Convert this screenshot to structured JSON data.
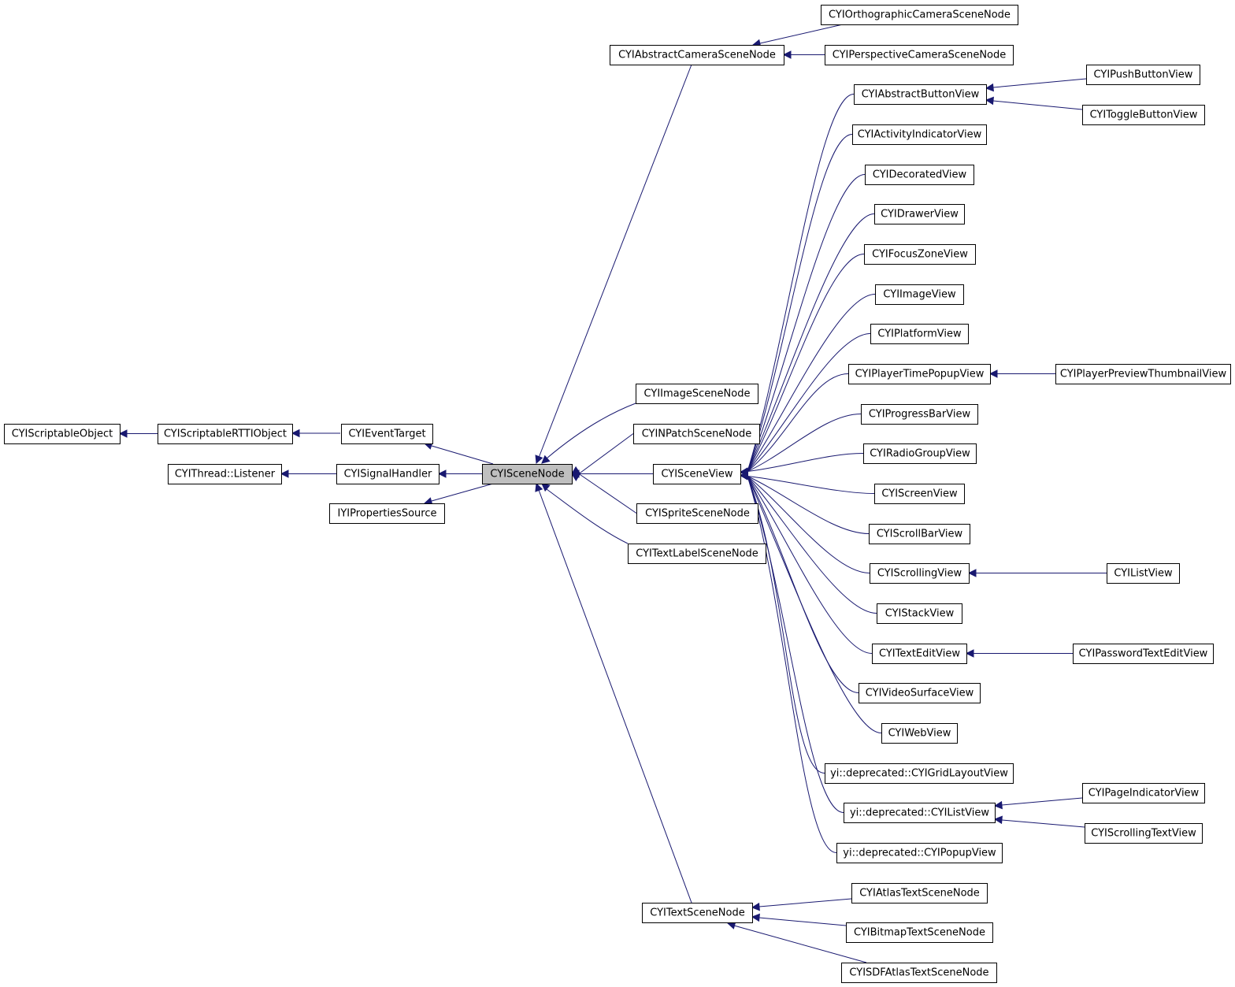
{
  "diagram": {
    "kind": "class-inheritance-graph",
    "colors": {
      "edge": "#191970",
      "focus_fill": "#bfbfbf",
      "box_fill": "#ffffff",
      "box_stroke": "#000000"
    },
    "focus_node": "CYISceneNode",
    "nodes": [
      {
        "id": "CYIScriptableObject",
        "label": "CYIScriptableObject"
      },
      {
        "id": "CYIScriptableRTTIObject",
        "label": "CYIScriptableRTTIObject"
      },
      {
        "id": "CYIEventTarget",
        "label": "CYIEventTarget"
      },
      {
        "id": "CYIThreadListener",
        "label": "CYIThread::Listener"
      },
      {
        "id": "CYISignalHandler",
        "label": "CYISignalHandler"
      },
      {
        "id": "IYIPropertiesSource",
        "label": "IYIPropertiesSource"
      },
      {
        "id": "CYISceneNode",
        "label": "CYISceneNode"
      },
      {
        "id": "CYIAbstractCameraSceneNode",
        "label": "CYIAbstractCameraSceneNode"
      },
      {
        "id": "CYIOrthographicCameraSceneNode",
        "label": "CYIOrthographicCameraSceneNode"
      },
      {
        "id": "CYIPerspectiveCameraSceneNode",
        "label": "CYIPerspectiveCameraSceneNode"
      },
      {
        "id": "CYIImageSceneNode",
        "label": "CYIImageSceneNode"
      },
      {
        "id": "CYINPatchSceneNode",
        "label": "CYINPatchSceneNode"
      },
      {
        "id": "CYISceneView",
        "label": "CYISceneView"
      },
      {
        "id": "CYISpriteSceneNode",
        "label": "CYISpriteSceneNode"
      },
      {
        "id": "CYITextLabelSceneNode",
        "label": "CYITextLabelSceneNode"
      },
      {
        "id": "CYITextSceneNode",
        "label": "CYITextSceneNode"
      },
      {
        "id": "CYIAbstractButtonView",
        "label": "CYIAbstractButtonView"
      },
      {
        "id": "CYIPushButtonView",
        "label": "CYIPushButtonView"
      },
      {
        "id": "CYIToggleButtonView",
        "label": "CYIToggleButtonView"
      },
      {
        "id": "CYIActivityIndicatorView",
        "label": "CYIActivityIndicatorView"
      },
      {
        "id": "CYIDecoratedView",
        "label": "CYIDecoratedView"
      },
      {
        "id": "CYIDrawerView",
        "label": "CYIDrawerView"
      },
      {
        "id": "CYIFocusZoneView",
        "label": "CYIFocusZoneView"
      },
      {
        "id": "CYIImageView",
        "label": "CYIImageView"
      },
      {
        "id": "CYIPlatformView",
        "label": "CYIPlatformView"
      },
      {
        "id": "CYIPlayerTimePopupView",
        "label": "CYIPlayerTimePopupView"
      },
      {
        "id": "CYIPlayerPreviewThumbnailView",
        "label": "CYIPlayerPreviewThumbnailView"
      },
      {
        "id": "CYIProgressBarView",
        "label": "CYIProgressBarView"
      },
      {
        "id": "CYIRadioGroupView",
        "label": "CYIRadioGroupView"
      },
      {
        "id": "CYIScreenView",
        "label": "CYIScreenView"
      },
      {
        "id": "CYIScrollBarView",
        "label": "CYIScrollBarView"
      },
      {
        "id": "CYIScrollingView",
        "label": "CYIScrollingView"
      },
      {
        "id": "CYIListView",
        "label": "CYIListView"
      },
      {
        "id": "CYIStackView",
        "label": "CYIStackView"
      },
      {
        "id": "CYITextEditView",
        "label": "CYITextEditView"
      },
      {
        "id": "CYIPasswordTextEditView",
        "label": "CYIPasswordTextEditView"
      },
      {
        "id": "CYIVideoSurfaceView",
        "label": "CYIVideoSurfaceView"
      },
      {
        "id": "CYIWebView",
        "label": "CYIWebView"
      },
      {
        "id": "CYIGridLayoutView",
        "label": "yi::deprecated::CYIGridLayoutView"
      },
      {
        "id": "CYIDeprecatedListView",
        "label": "yi::deprecated::CYIListView"
      },
      {
        "id": "CYIPageIndicatorView",
        "label": "CYIPageIndicatorView"
      },
      {
        "id": "CYIScrollingTextView",
        "label": "CYIScrollingTextView"
      },
      {
        "id": "CYIPopupView",
        "label": "yi::deprecated::CYIPopupView"
      },
      {
        "id": "CYIAtlasTextSceneNode",
        "label": "CYIAtlasTextSceneNode"
      },
      {
        "id": "CYIBitmapTextSceneNode",
        "label": "CYIBitmapTextSceneNode"
      },
      {
        "id": "CYISDFAtlasTextSceneNode",
        "label": "CYISDFAtlasTextSceneNode"
      }
    ],
    "edges": [
      {
        "from": "CYIScriptableRTTIObject",
        "to": "CYIScriptableObject"
      },
      {
        "from": "CYIEventTarget",
        "to": "CYIScriptableRTTIObject"
      },
      {
        "from": "CYISignalHandler",
        "to": "CYIThreadListener"
      },
      {
        "from": "CYISceneNode",
        "to": "CYIEventTarget"
      },
      {
        "from": "CYISceneNode",
        "to": "CYISignalHandler"
      },
      {
        "from": "CYISceneNode",
        "to": "IYIPropertiesSource"
      },
      {
        "from": "CYIAbstractCameraSceneNode",
        "to": "CYISceneNode"
      },
      {
        "from": "CYIImageSceneNode",
        "to": "CYISceneNode"
      },
      {
        "from": "CYINPatchSceneNode",
        "to": "CYISceneNode"
      },
      {
        "from": "CYISceneView",
        "to": "CYISceneNode"
      },
      {
        "from": "CYISpriteSceneNode",
        "to": "CYISceneNode"
      },
      {
        "from": "CYITextLabelSceneNode",
        "to": "CYISceneNode"
      },
      {
        "from": "CYITextSceneNode",
        "to": "CYISceneNode"
      },
      {
        "from": "CYIOrthographicCameraSceneNode",
        "to": "CYIAbstractCameraSceneNode"
      },
      {
        "from": "CYIPerspectiveCameraSceneNode",
        "to": "CYIAbstractCameraSceneNode"
      },
      {
        "from": "CYIAbstractButtonView",
        "to": "CYISceneView"
      },
      {
        "from": "CYIActivityIndicatorView",
        "to": "CYISceneView"
      },
      {
        "from": "CYIDecoratedView",
        "to": "CYISceneView"
      },
      {
        "from": "CYIDrawerView",
        "to": "CYISceneView"
      },
      {
        "from": "CYIFocusZoneView",
        "to": "CYISceneView"
      },
      {
        "from": "CYIImageView",
        "to": "CYISceneView"
      },
      {
        "from": "CYIPlatformView",
        "to": "CYISceneView"
      },
      {
        "from": "CYIPlayerTimePopupView",
        "to": "CYISceneView"
      },
      {
        "from": "CYIProgressBarView",
        "to": "CYISceneView"
      },
      {
        "from": "CYIRadioGroupView",
        "to": "CYISceneView"
      },
      {
        "from": "CYIScreenView",
        "to": "CYISceneView"
      },
      {
        "from": "CYIScrollBarView",
        "to": "CYISceneView"
      },
      {
        "from": "CYIScrollingView",
        "to": "CYISceneView"
      },
      {
        "from": "CYIStackView",
        "to": "CYISceneView"
      },
      {
        "from": "CYITextEditView",
        "to": "CYISceneView"
      },
      {
        "from": "CYIVideoSurfaceView",
        "to": "CYISceneView"
      },
      {
        "from": "CYIWebView",
        "to": "CYISceneView"
      },
      {
        "from": "CYIGridLayoutView",
        "to": "CYISceneView"
      },
      {
        "from": "CYIDeprecatedListView",
        "to": "CYISceneView"
      },
      {
        "from": "CYIPopupView",
        "to": "CYISceneView"
      },
      {
        "from": "CYIPushButtonView",
        "to": "CYIAbstractButtonView"
      },
      {
        "from": "CYIToggleButtonView",
        "to": "CYIAbstractButtonView"
      },
      {
        "from": "CYIPlayerPreviewThumbnailView",
        "to": "CYIPlayerTimePopupView"
      },
      {
        "from": "CYIListView",
        "to": "CYIScrollingView"
      },
      {
        "from": "CYIPasswordTextEditView",
        "to": "CYITextEditView"
      },
      {
        "from": "CYIPageIndicatorView",
        "to": "CYIDeprecatedListView"
      },
      {
        "from": "CYIScrollingTextView",
        "to": "CYIDeprecatedListView"
      },
      {
        "from": "CYIAtlasTextSceneNode",
        "to": "CYITextSceneNode"
      },
      {
        "from": "CYIBitmapTextSceneNode",
        "to": "CYITextSceneNode"
      },
      {
        "from": "CYISDFAtlasTextSceneNode",
        "to": "CYITextSceneNode"
      }
    ]
  }
}
